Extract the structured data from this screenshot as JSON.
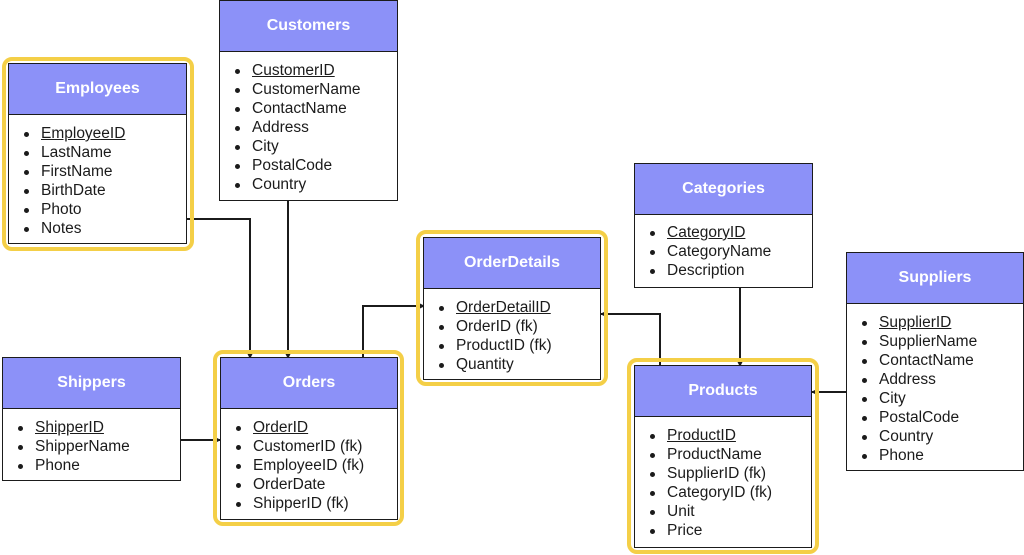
{
  "entities": {
    "customers": {
      "title": "Customers",
      "fields": [
        "CustomerID",
        "CustomerName",
        "ContactName",
        "Address",
        "City",
        "PostalCode",
        "Country"
      ]
    },
    "employees": {
      "title": "Employees",
      "fields": [
        "EmployeeID",
        "LastName",
        "FirstName",
        "BirthDate",
        "Photo",
        "Notes"
      ]
    },
    "shippers": {
      "title": "Shippers",
      "fields": [
        "ShipperID",
        "ShipperName",
        "Phone"
      ]
    },
    "orders": {
      "title": "Orders",
      "fields": [
        "OrderID",
        "CustomerID (fk)",
        "EmployeeID (fk)",
        "OrderDate",
        "ShipperID (fk)"
      ]
    },
    "orderdetails": {
      "title": "OrderDetails",
      "fields": [
        "OrderDetailID",
        "OrderID (fk)",
        "ProductID (fk)",
        "Quantity"
      ]
    },
    "categories": {
      "title": "Categories",
      "fields": [
        "CategoryID",
        "CategoryName",
        "Description"
      ]
    },
    "products": {
      "title": "Products",
      "fields": [
        "ProductID",
        "ProductName",
        "SupplierID (fk)",
        "CategoryID (fk)",
        "Unit",
        "Price"
      ]
    },
    "suppliers": {
      "title": "Suppliers",
      "fields": [
        "SupplierID",
        "SupplierName",
        "ContactName",
        "Address",
        "City",
        "PostalCode",
        "Country",
        "Phone"
      ]
    }
  },
  "relationships": [
    {
      "from": "employees",
      "to": "orders"
    },
    {
      "from": "customers",
      "to": "orders"
    },
    {
      "from": "shippers",
      "to": "orders"
    },
    {
      "from": "orders",
      "to": "orderdetails"
    },
    {
      "from": "products",
      "to": "orderdetails"
    },
    {
      "from": "categories",
      "to": "products"
    },
    {
      "from": "suppliers",
      "to": "products"
    }
  ],
  "highlighted": [
    "employees",
    "orders",
    "orderdetails",
    "products"
  ],
  "colors": {
    "header": "#8c91f8",
    "highlight": "#f4cf47",
    "line": "#1b1b1b"
  }
}
